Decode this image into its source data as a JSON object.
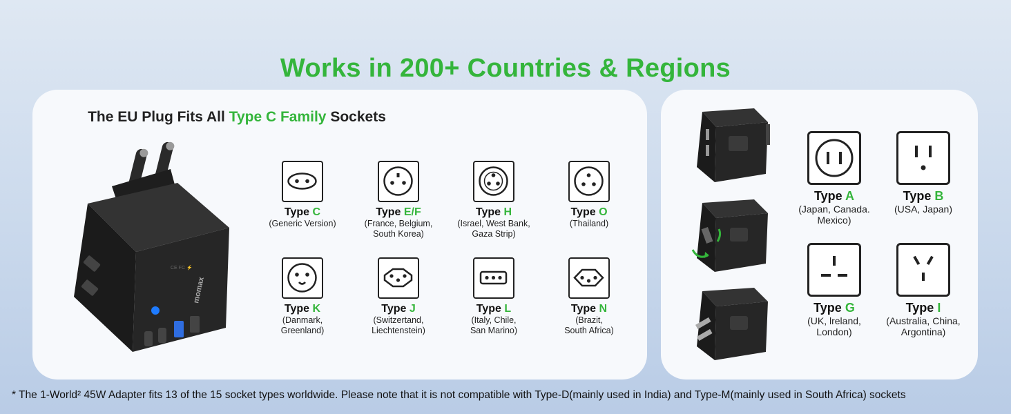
{
  "headline": "Works in 200+ Countries & Regions",
  "eu_section": {
    "subtitle_pre": "The EU Plug Fits All ",
    "subtitle_highlight": "Type C Family",
    "subtitle_post": " Sockets",
    "brand": "momax",
    "sockets": [
      {
        "prefix": "Type ",
        "letter": "C",
        "region": "(Generic Version)"
      },
      {
        "prefix": "Type ",
        "letter": "E/F",
        "region": "(France, Belgium,\nSouth Korea)"
      },
      {
        "prefix": "Type ",
        "letter": "H",
        "region": "(Israel, West Bank,\nGaza Strip)"
      },
      {
        "prefix": "Type ",
        "letter": "O",
        "region": "(Thailand)"
      },
      {
        "prefix": "Type ",
        "letter": "K",
        "region": "(Danmark,\nGreenland)"
      },
      {
        "prefix": "Type ",
        "letter": "J",
        "region": "(Switzertand,\nLiechtenstein)"
      },
      {
        "prefix": "Type ",
        "letter": "L",
        "region": "(Italy, Chile,\nSan Marino)"
      },
      {
        "prefix": "Type ",
        "letter": "N",
        "region": "(Brazit,\nSouth Africa)"
      }
    ]
  },
  "other_section": {
    "sockets": [
      {
        "prefix": "Type ",
        "letter": "A",
        "region": "(Japan, Canada.\nMexico)"
      },
      {
        "prefix": "Type ",
        "letter": "B",
        "region": "(USA, Japan)"
      },
      {
        "prefix": "Type ",
        "letter": "G",
        "region": "(UK, lreland,\nLondon)"
      },
      {
        "prefix": "Type ",
        "letter": "I",
        "region": "(Australia, China,\nArgontina)"
      }
    ]
  },
  "footnote": "* The 1-World² 45W Adapter fits 13 of the 15 socket types worldwide. Please note that it is not compatible with Type-D(mainly used in India) and Type-M(mainly used in South Africa) sockets",
  "colors": {
    "accent": "#34b53b",
    "panel": "#f7f9fc",
    "device": "#222222"
  }
}
